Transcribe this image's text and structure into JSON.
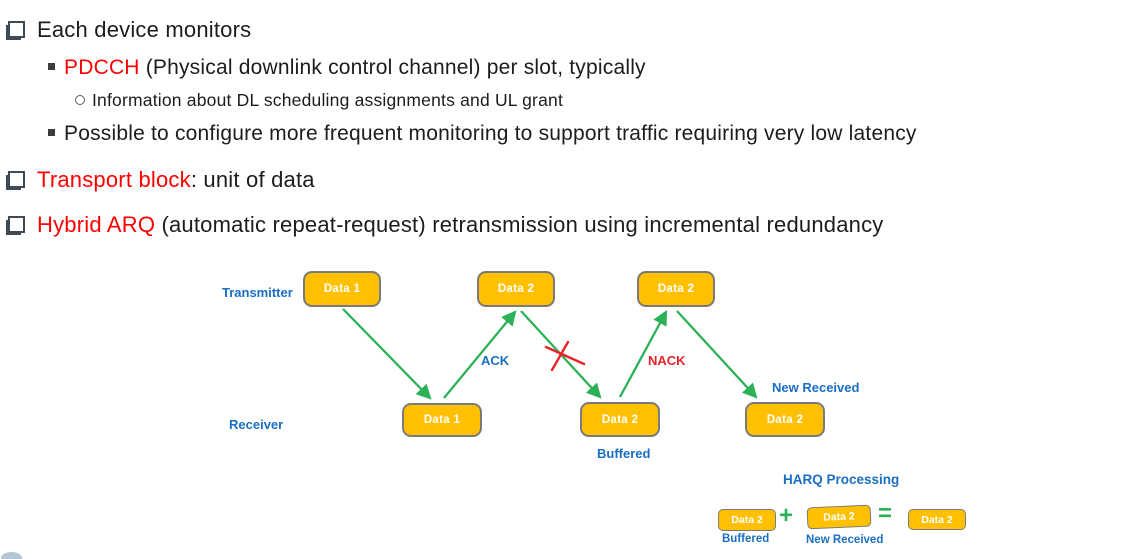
{
  "slide": {
    "bullets": [
      {
        "level": 1,
        "segments": [
          {
            "text": "Each device monitors",
            "color": "default"
          }
        ]
      },
      {
        "level": 2,
        "segments": [
          {
            "text": "PDCCH",
            "color": "red"
          },
          {
            "text": " (Physical downlink control channel) per slot, typically",
            "color": "default"
          }
        ]
      },
      {
        "level": 3,
        "segments": [
          {
            "text": "Information about DL scheduling assignments and UL grant",
            "color": "default"
          }
        ]
      },
      {
        "level": 2,
        "segments": [
          {
            "text": "Possible to configure more frequent monitoring to support traffic requiring very low latency",
            "color": "default"
          }
        ]
      },
      {
        "level": 1,
        "segments": [
          {
            "text": "Transport block",
            "color": "red"
          },
          {
            "text": ": unit of data",
            "color": "default"
          }
        ]
      },
      {
        "level": 1,
        "segments": [
          {
            "text": "Hybrid ARQ",
            "color": "red"
          },
          {
            "text": " (automatic repeat-request) retransmission using incremental redundancy",
            "color": "default"
          }
        ]
      }
    ]
  },
  "diagram": {
    "transmitter_label": "Transmitter",
    "receiver_label": "Receiver",
    "top_boxes": [
      "Data 1",
      "Data 2",
      "Data 2"
    ],
    "bottom_boxes": [
      "Data 1",
      "Data 2",
      "Data 2"
    ],
    "ack_label": "ACK",
    "nack_label": "NACK",
    "new_received_label": "New Received",
    "buffered_label": "Buffered"
  },
  "harq": {
    "title": "HARQ Processing",
    "operand1": "Data 2",
    "plus_sign": "+",
    "operand2": "Data 2",
    "equals_sign": "=",
    "result": "Data 2",
    "operand1_caption": "Buffered",
    "operand2_caption": "New Received"
  },
  "colors": {
    "highlight_red": "#ff0000",
    "label_blue": "#1a6fc4",
    "arrow_green": "#2db157",
    "nack_red": "#e8242a",
    "box_fill": "#ffc000",
    "box_border": "#7a7a7a"
  }
}
